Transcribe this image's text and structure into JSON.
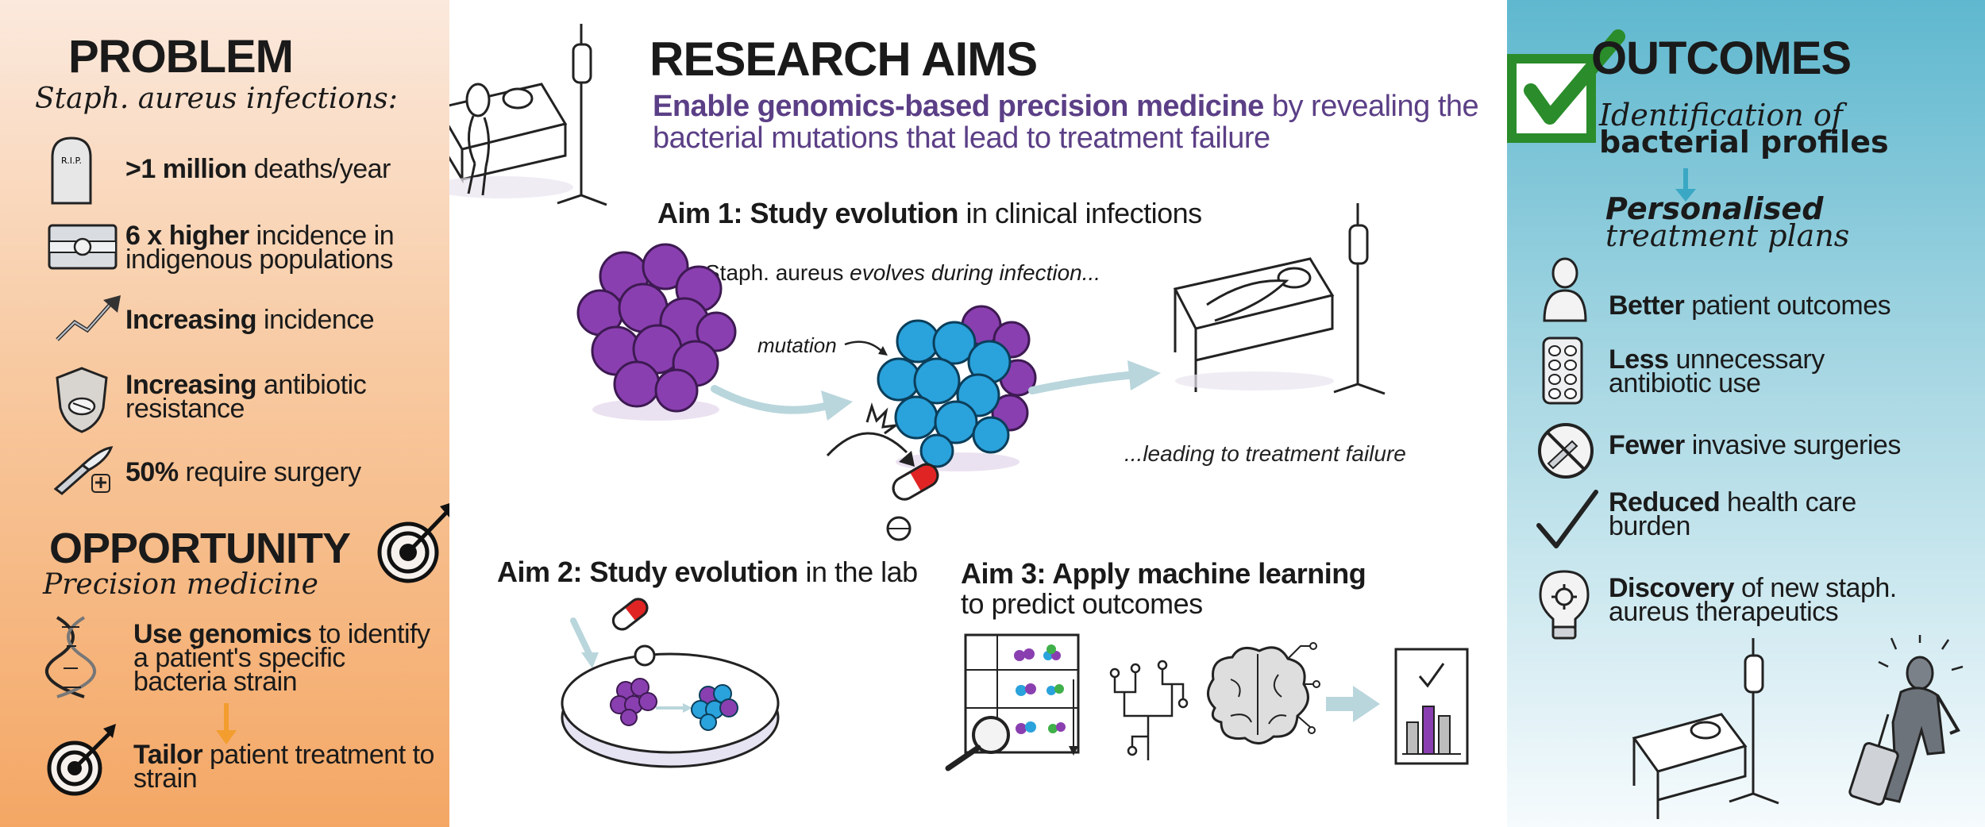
{
  "left": {
    "problem_title": "PROBLEM",
    "problem_subtitle": "Staph. aureus infections:",
    "problems": [
      {
        "bold": ">1 million",
        "rest": " deaths/year",
        "icon": "gravestone-icon",
        "icon_text": "R.I.P."
      },
      {
        "bold": "6 x higher",
        "rest": " incidence in indigenous populations",
        "icon": "flag-icon"
      },
      {
        "bold": "Increasing",
        "rest": " incidence",
        "icon": "trend-up-icon"
      },
      {
        "bold": "Increasing",
        "rest": " antibiotic resistance",
        "icon": "shield-pill-icon"
      },
      {
        "bold": "50%",
        "rest": " require surgery",
        "icon": "scalpel-icon"
      }
    ],
    "opportunity_title": "OPPORTUNITY",
    "opportunity_subtitle": "Precision medicine",
    "opportunities": [
      {
        "bold": "Use genomics",
        "rest": " to identify a patient's specific bacteria strain",
        "icon": "dna-icon"
      },
      {
        "bold": "Tailor",
        "rest": " patient treatment to strain",
        "icon": "target-icon"
      }
    ]
  },
  "middle": {
    "title": "RESEARCH AIMS",
    "lead_bold": "Enable genomics-based precision medicine",
    "lead_rest": " by revealing the bacterial mutations that lead to treatment failure",
    "aim1_bold": "Aim 1: Study evolution",
    "aim1_rest": " in clinical infections",
    "aim1_caption_a": "Staph. aureus",
    "aim1_caption_b": " evolves during infection...",
    "mutation_label": "mutation",
    "failure_caption": "...leading to treatment failure",
    "aim2_bold": "Aim 2: Study evolution",
    "aim2_rest": " in the lab",
    "aim3_bold": "Aim 3: Apply machine learning",
    "aim3_rest": "to predict outcomes"
  },
  "right": {
    "title": "OUTCOMES",
    "profile_line1": "Identification of",
    "profile_line2": "bacterial profiles",
    "plan_line1": "Personalised",
    "plan_line2": "treatment plans",
    "outcomes": [
      {
        "bold": "Better",
        "rest": " patient outcomes",
        "icon": "person-icon"
      },
      {
        "bold": "Less",
        "rest": " unnecessary antibiotic use",
        "icon": "pill-pack-icon"
      },
      {
        "bold": "Fewer",
        "rest": " invasive surgeries",
        "icon": "no-scalpel-icon"
      },
      {
        "bold": "Reduced",
        "rest": " health care burden",
        "icon": "checkmark-icon"
      },
      {
        "bold": "Discovery",
        "rest": " of new staph. aureus therapeutics",
        "icon": "lightbulb-icon"
      }
    ]
  },
  "colors": {
    "left_bg_top": "#fbe9dd",
    "left_bg_bottom": "#f4a765",
    "right_bg_top": "#5fb8cf",
    "accent_purple": "#5b3f86",
    "bacteria_purple": "#8a3fb0",
    "bacteria_blue": "#2aa2dc",
    "pill_red": "#e02424",
    "check_green": "#2a8c2a",
    "arrow_orange": "#f29d2e",
    "arrow_pale_blue": "#b9d6dc"
  }
}
